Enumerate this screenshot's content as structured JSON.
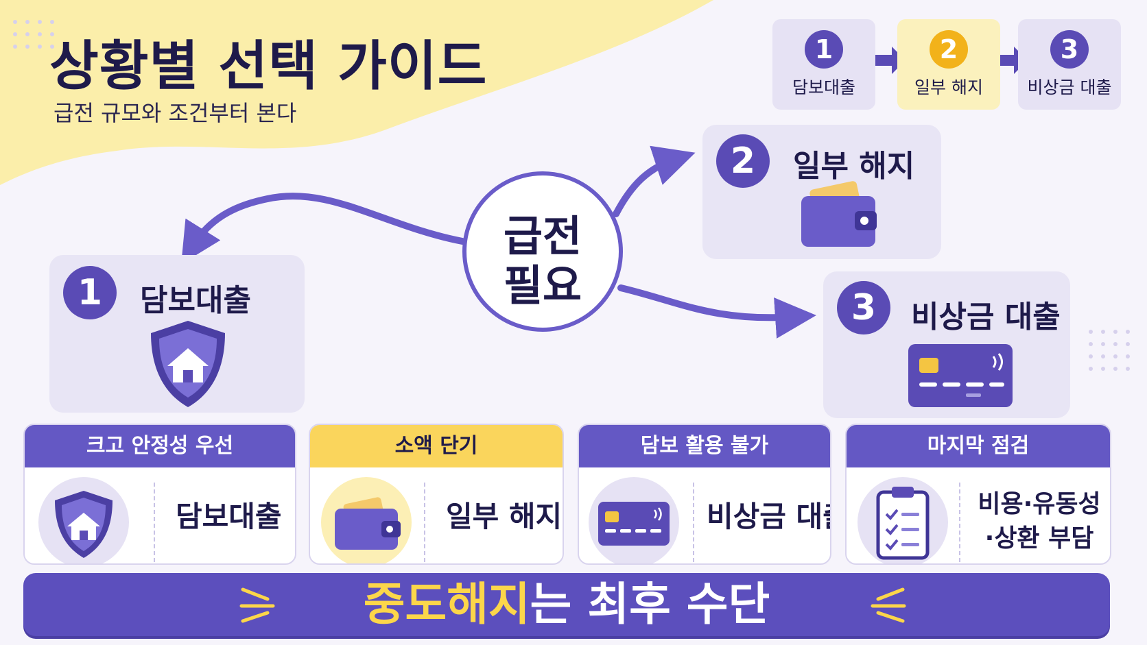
{
  "header": {
    "title": "상황별 선택 가이드",
    "subtitle": "급전 규모와 조건부터 본다"
  },
  "steps": [
    {
      "num": "1",
      "label": "담보대출"
    },
    {
      "num": "2",
      "label": "일부 해지"
    },
    {
      "num": "3",
      "label": "비상금 대출"
    }
  ],
  "hub": {
    "line1": "급전",
    "line2": "필요"
  },
  "cards": [
    {
      "num": "1",
      "title": "담보대출",
      "icon": "shield-house-icon"
    },
    {
      "num": "2",
      "title": "일부 해지",
      "icon": "wallet-icon"
    },
    {
      "num": "3",
      "title": "비상금 대출",
      "icon": "credit-card-icon"
    }
  ],
  "panels": [
    {
      "header": "크고 안정성 우선",
      "label": "담보대출",
      "icon": "shield-house-icon"
    },
    {
      "header": "소액 단기",
      "label": "일부 해지",
      "icon": "wallet-icon"
    },
    {
      "header": "담보 활용 불가",
      "label": "비상금 대출",
      "icon": "credit-card-icon"
    },
    {
      "header": "마지막 점검",
      "label_line1": "비용·유동성",
      "label_line2": "·상환 부담",
      "icon": "clipboard-checklist-icon"
    }
  ],
  "banner": {
    "highlight": "중도해지",
    "rest": "는 최후 수단"
  },
  "colors": {
    "purple": "#5a4bb5",
    "yellow": "#fad55c",
    "orange": "#f2b21a",
    "background": "#f6f4fb"
  }
}
